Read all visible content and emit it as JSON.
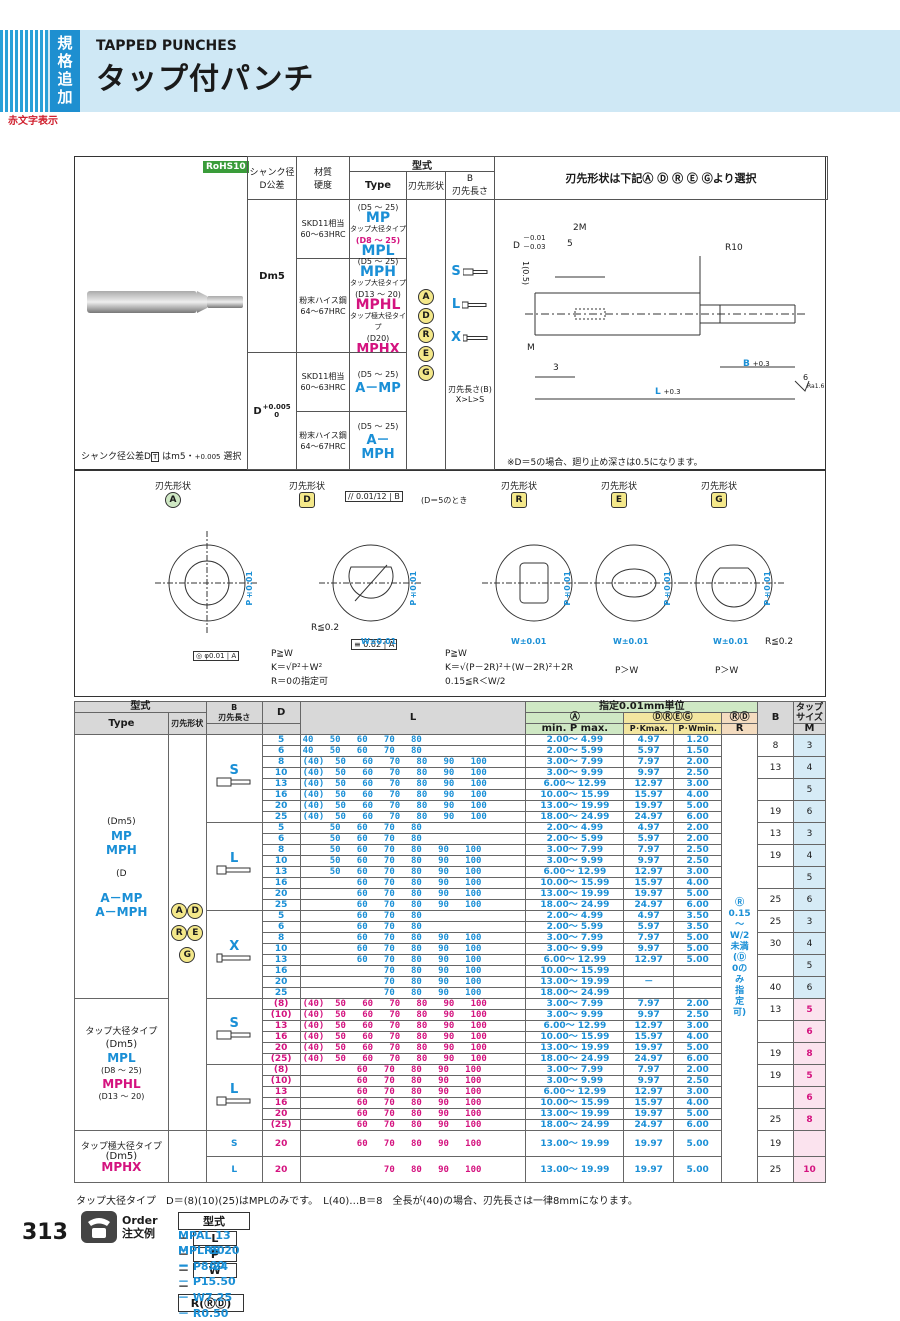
{
  "header": {
    "tag": "規格追加",
    "title_en": "TAPPED PUNCHES",
    "title_jp": "タップ付パンチ",
    "red_note": "赤文字表示"
  },
  "spec": {
    "rohs": "RoHS10",
    "shank_head": "シャンク径\nD公差",
    "material_head": "材質\n硬度",
    "katashiki": "型式",
    "type_head": "Type",
    "tip_head": "刃先形状",
    "b_head": "B\n刃先長さ",
    "dm5": "Dm5",
    "d_tol": "D",
    "d_tol_sup": "+0.005",
    "d_tol_sub": "0",
    "rows": [
      {
        "mat": "SKD11相当\n60～63HRC",
        "range1": "(D5 ～ 25)",
        "type1": "MP",
        "sub": "タップ大径タイプ",
        "range2": "(D8 ～ 25)",
        "type2": "MPL"
      },
      {
        "mat": "粉末ハイス鋼\n64～67HRC",
        "range1": "(D5 ～ 25)",
        "type1": "MPH",
        "sub": "タップ大径タイプ",
        "range2": "(D13 ～ 20)",
        "type2": "MPHL",
        "sub2": "タップ極大径タイプ",
        "range3": "(D20)",
        "type3": "MPHX"
      },
      {
        "mat": "SKD11相当\n60～63HRC",
        "range1": "(D5 ～ 25)",
        "type1": "A－MP"
      },
      {
        "mat": "粉末ハイス鋼\n64～67HRC",
        "range1": "(D5 ～ 25)",
        "type1": "A－MPH"
      }
    ],
    "shapes": [
      "A",
      "D",
      "R",
      "E",
      "G"
    ],
    "blen": [
      "S",
      "L",
      "X"
    ],
    "blen_note": "刃先長さ(B)\nX>L>S",
    "shank_note": "シャンク径公差D",
    "shank_note2": "はm5・",
    "shank_note3": "選択",
    "right_title": "刃先形状は下記Ⓐ Ⓓ Ⓡ Ⓔ Ⓖより選択",
    "right_note": "※D＝5の場合、廻り止め深さは0.5になります。"
  },
  "drawing": {
    "d_tol": "D",
    "d_tol1": "－0.01",
    "d_tol2": "－0.03",
    "twoM": "2M",
    "five": "5",
    "r10": "R10",
    "m": "M",
    "three": "3",
    "b": "B",
    "b_tol": "+0.3",
    "b_tol2": "0",
    "l": "L",
    "l_tol": "+0.3",
    "l_tol2": "0",
    "dim1": "1(0.5)",
    "six": "6",
    "ra": "Ra1.6"
  },
  "shapes_detail": [
    {
      "label": "刃先形状",
      "key": "A"
    },
    {
      "label": "刃先形状",
      "key": "D"
    },
    {
      "label": "刃先形状",
      "key": "R"
    },
    {
      "label": "刃先形状",
      "key": "E"
    },
    {
      "label": "刃先形状",
      "key": "G"
    }
  ],
  "shape_notes": {
    "d1": "P≧W",
    "d2": "K＝√P²＋W²",
    "d3": "R＝0の指定可",
    "r1": "P≧W",
    "r2": "K＝√(P－2R)²＋(W－2R)²＋2R",
    "r3": "0.15≦R＜W/2",
    "e1": "P＞W",
    "g1": "P＞W",
    "d_tol_note": "(D＝5のとき",
    "frame1": "0.01/12",
    "frame_b": "B",
    "frame2": "0.02",
    "frame_a": "A",
    "flat1": "φ0.01",
    "r_le": "R≦0.2",
    "p_tol": "P±0.01",
    "w_tol": "W±0.01"
  },
  "table": {
    "unit_note": "指定0.01mm単位",
    "headers": {
      "katashiki": "型式",
      "type": "Type",
      "tip": "刃先形状",
      "b": "B\n刃先長さ",
      "d": "D",
      "l": "L",
      "a_col": "Ⓐ",
      "dreg": "ⒹⓇⒺⒼ",
      "rd": "ⓇⒹ",
      "minp": "min. P max.",
      "pk": "P･Kmax.",
      "pw": "P･Wmin.",
      "r": "R",
      "bb": "B",
      "tap": "タップ\nサイズ",
      "m": "M"
    },
    "group1": {
      "dm5": "(Dm5)",
      "mp": "MP",
      "mph": "MPH",
      "d": "(D",
      "amp": "A－MP",
      "amph": "A－MPH"
    },
    "group2": {
      "sub": "タップ大径タイプ",
      "dm5": "(Dm5)",
      "mpl": "MPL",
      "r1": "(D8 ～ 25)",
      "mphl": "MPHL",
      "r2": "(D13 ～ 20)"
    },
    "group3": {
      "sub": "タップ極大径タイプ",
      "dm5": "(Dm5)",
      "mphx": "MPHX"
    },
    "r_col": "Ⓡ\n0.15\n～\nW/2\n未満\n(Ⓓ\n0の\nみ\n指\n定\n可)",
    "rows_s": [
      [
        "5",
        "40   50   60   70   80",
        "2.00～  4.99",
        "4.97",
        "1.20"
      ],
      [
        "6",
        "40   50   60   70   80",
        "2.00～  5.99",
        "5.97",
        "1.50"
      ],
      [
        "8",
        "(40)  50   60   70   80   90   100",
        "3.00～  7.99",
        "7.97",
        "2.00"
      ],
      [
        "10",
        "(40)  50   60   70   80   90   100",
        "3.00～  9.99",
        "9.97",
        "2.50"
      ],
      [
        "13",
        "(40)  50   60   70   80   90   100",
        "6.00～ 12.99",
        "12.97",
        "3.00"
      ],
      [
        "16",
        "(40)  50   60   70   80   90   100",
        "10.00～ 15.99",
        "15.97",
        "4.00"
      ],
      [
        "20",
        "(40)  50   60   70   80   90   100",
        "13.00～ 19.99",
        "19.97",
        "5.00"
      ],
      [
        "25",
        "(40)  50   60   70   80   90   100",
        "18.00～ 24.99",
        "24.97",
        "6.00"
      ]
    ],
    "rows_l": [
      [
        "5",
        "     50   60   70   80",
        "2.00～  4.99",
        "4.97",
        "2.00"
      ],
      [
        "6",
        "     50   60   70   80",
        "2.00～  5.99",
        "5.97",
        "2.00"
      ],
      [
        "8",
        "     50   60   70   80   90   100",
        "3.00～  7.99",
        "7.97",
        "2.50"
      ],
      [
        "10",
        "     50   60   70   80   90   100",
        "3.00～  9.99",
        "9.97",
        "2.50"
      ],
      [
        "13",
        "     50   60   70   80   90   100",
        "6.00～ 12.99",
        "12.97",
        "3.00"
      ],
      [
        "16",
        "          60   70   80   90   100",
        "10.00～ 15.99",
        "15.97",
        "4.00"
      ],
      [
        "20",
        "          60   70   80   90   100",
        "13.00～ 19.99",
        "19.97",
        "5.00"
      ],
      [
        "25",
        "          60   70   80   90   100",
        "18.00～ 24.99",
        "24.97",
        "6.00"
      ]
    ],
    "rows_x": [
      [
        "5",
        "          60   70   80",
        "2.00～  4.99",
        "4.97",
        "3.50"
      ],
      [
        "6",
        "          60   70   80",
        "2.00～  5.99",
        "5.97",
        "3.50"
      ],
      [
        "8",
        "          60   70   80   90   100",
        "3.00～  7.99",
        "7.97",
        "5.00"
      ],
      [
        "10",
        "          60   70   80   90   100",
        "3.00～  9.99",
        "9.97",
        "5.00"
      ],
      [
        "13",
        "          60   70   80   90   100",
        "6.00～ 12.99",
        "12.97",
        "5.00"
      ],
      [
        "16",
        "               70   80   90   100",
        "10.00～ 15.99",
        "",
        ""
      ],
      [
        "20",
        "               70   80   90   100",
        "13.00～ 19.99",
        "－",
        ""
      ],
      [
        "25",
        "               70   80   90   100",
        "18.00～ 24.99",
        "",
        ""
      ]
    ],
    "rows_ls": [
      [
        "(8)",
        "(40)  50   60   70   80   90   100",
        "3.00～  7.99",
        "7.97",
        "2.00"
      ],
      [
        "(10)",
        "(40)  50   60   70   80   90   100",
        "3.00～  9.99",
        "9.97",
        "2.50"
      ],
      [
        "13",
        "(40)  50   60   70   80   90   100",
        "6.00～ 12.99",
        "12.97",
        "3.00"
      ],
      [
        "16",
        "(40)  50   60   70   80   90   100",
        "10.00～ 15.99",
        "15.97",
        "4.00"
      ],
      [
        "20",
        "(40)  50   60   70   80   90   100",
        "13.00～ 19.99",
        "19.97",
        "5.00"
      ],
      [
        "(25)",
        "(40)  50   60   70   80   90   100",
        "18.00～ 24.99",
        "24.97",
        "6.00"
      ]
    ],
    "rows_ll": [
      [
        "(8)",
        "          60   70   80   90   100",
        "3.00～  7.99",
        "7.97",
        "2.00"
      ],
      [
        "(10)",
        "          60   70   80   90   100",
        "3.00～  9.99",
        "9.97",
        "2.50"
      ],
      [
        "13",
        "          60   70   80   90   100",
        "6.00～ 12.99",
        "12.97",
        "3.00"
      ],
      [
        "16",
        "          60   70   80   90   100",
        "10.00～ 15.99",
        "15.97",
        "4.00"
      ],
      [
        "20",
        "          60   70   80   90   100",
        "13.00～ 19.99",
        "19.97",
        "5.00"
      ],
      [
        "(25)",
        "          60   70   80   90   100",
        "18.00～ 24.99",
        "24.97",
        "6.00"
      ]
    ],
    "rows_x2": [
      [
        "20",
        "          60   70   80   90   100",
        "13.00～ 19.99",
        "19.97",
        "5.00"
      ],
      [
        "20",
        "               70   80   90   100",
        "13.00～ 19.99",
        "19.97",
        "5.00"
      ]
    ],
    "bm": {
      "s": [
        [
          "8",
          "3"
        ],
        [
          "13",
          "4"
        ],
        [
          "",
          "5"
        ],
        [
          "19",
          "6"
        ]
      ],
      "l": [
        [
          "13",
          "3"
        ],
        [
          "19",
          "4"
        ],
        [
          "",
          "5"
        ],
        [
          "25",
          "6"
        ]
      ],
      "x": [
        [
          "25",
          "3"
        ],
        [
          "30",
          "4"
        ],
        [
          "",
          "5"
        ],
        [
          "40",
          "6"
        ]
      ],
      "ls": [
        [
          "13",
          "5"
        ],
        [
          "",
          "6"
        ],
        [
          "19",
          "8"
        ]
      ],
      "ll": [
        [
          "19",
          "5"
        ],
        [
          "",
          "6"
        ],
        [
          "25",
          "8"
        ]
      ],
      "x2": [
        [
          "19",
          ""
        ],
        [
          "25",
          "10"
        ]
      ]
    }
  },
  "footer": {
    "note": "タップ大径タイプ　D＝(8)(10)(25)はMPLのみです。　L(40)…B＝8　全長が(40)の場合、刃先長さは一律8mmになります。",
    "page": "313",
    "order_en": "Order",
    "order_jp": "注文例",
    "order_cols": [
      "型式",
      "L",
      "P",
      "W",
      "R(ⓇⒹ)"
    ],
    "order_ex1": [
      "MPAL 13",
      "80",
      "P8.24",
      "",
      ""
    ],
    "order_ex2": [
      "MPLRS 20",
      "60",
      "P15.50",
      "W7.25",
      "R0.50"
    ]
  }
}
